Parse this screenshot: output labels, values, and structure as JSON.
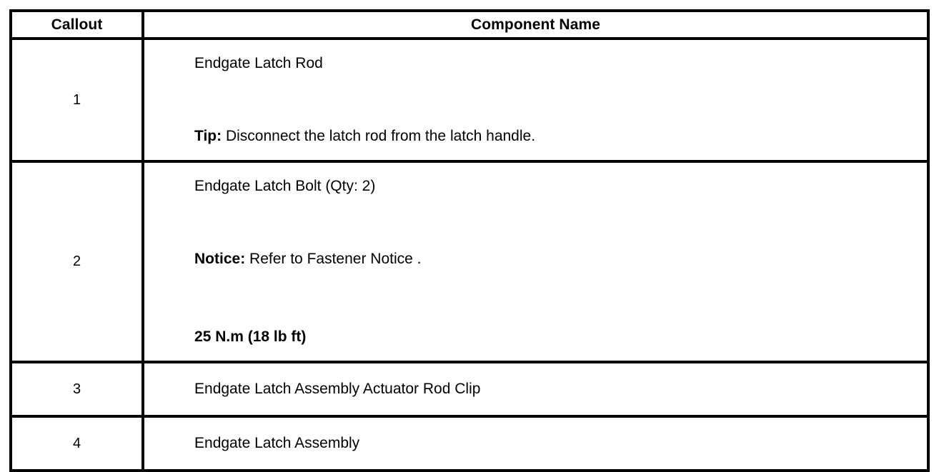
{
  "table": {
    "headers": {
      "callout": "Callout",
      "component_name": "Component Name"
    },
    "rows": [
      {
        "callout": "1",
        "lines": [
          {
            "bold_prefix": "",
            "text": "Endgate Latch Rod"
          },
          {
            "bold_prefix": "Tip:",
            "text": " Disconnect the latch rod from the latch handle."
          }
        ]
      },
      {
        "callout": "2",
        "lines": [
          {
            "bold_prefix": "",
            "text": "Endgate Latch Bolt (Qty: 2)"
          },
          {
            "bold_prefix": "Notice:",
            "text": " Refer to Fastener Notice ."
          },
          {
            "bold_prefix": "25 N.m (18 lb ft)",
            "text": ""
          }
        ]
      },
      {
        "callout": "3",
        "lines": [
          {
            "bold_prefix": "",
            "text": "Endgate Latch Assembly Actuator Rod Clip"
          }
        ]
      },
      {
        "callout": "4",
        "lines": [
          {
            "bold_prefix": "",
            "text": "Endgate Latch Assembly"
          }
        ]
      }
    ]
  },
  "colors": {
    "border": "#000000",
    "text": "#000000",
    "background": "#ffffff"
  }
}
